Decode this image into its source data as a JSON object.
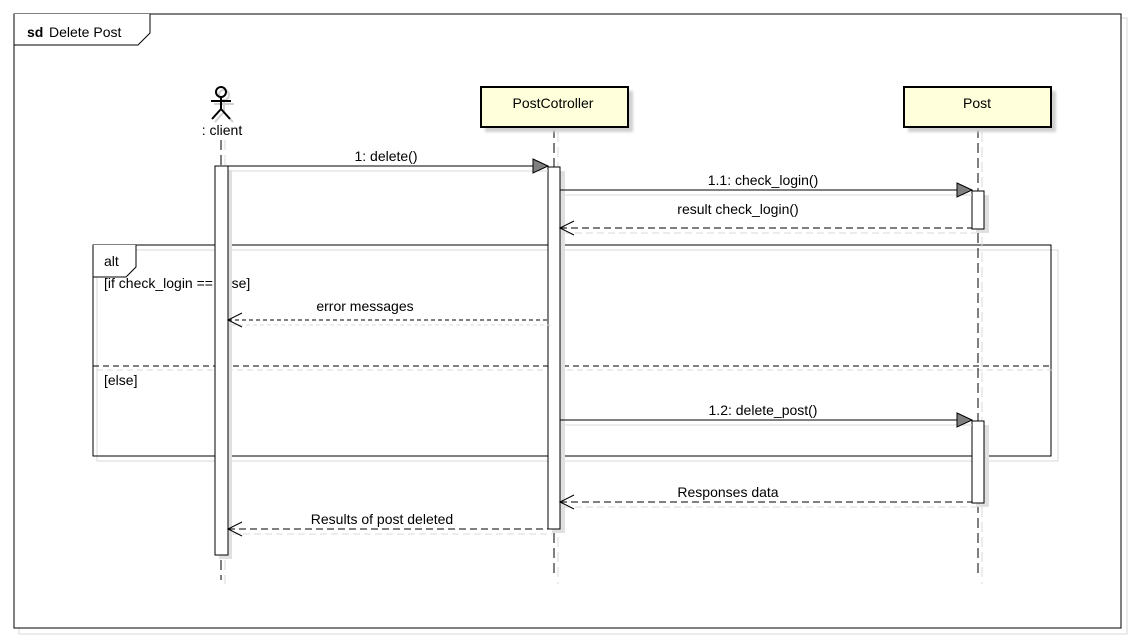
{
  "frame": {
    "keyword": "sd",
    "name": "Delete Post"
  },
  "lifelines": [
    {
      "id": "client",
      "label": ": client",
      "kind": "actor"
    },
    {
      "id": "controller",
      "label": "PostCotroller",
      "kind": "object"
    },
    {
      "id": "post",
      "label": "Post",
      "kind": "object"
    }
  ],
  "messages": [
    {
      "id": "m1",
      "label": "1: delete()",
      "from": "client",
      "to": "controller",
      "style": "call"
    },
    {
      "id": "m2",
      "label": "1.1: check_login()",
      "from": "controller",
      "to": "post",
      "style": "call"
    },
    {
      "id": "m3",
      "label": "result check_login()",
      "from": "post",
      "to": "controller",
      "style": "return"
    },
    {
      "id": "m4",
      "label": "error messages",
      "from": "controller",
      "to": "client",
      "style": "return"
    },
    {
      "id": "m5",
      "label": "1.2: delete_post()",
      "from": "controller",
      "to": "post",
      "style": "call"
    },
    {
      "id": "m6",
      "label": "Responses data",
      "from": "post",
      "to": "controller",
      "style": "return"
    },
    {
      "id": "m7",
      "label": "Results of post deleted",
      "from": "controller",
      "to": "client",
      "style": "return"
    }
  ],
  "fragment": {
    "operator": "alt",
    "guards": [
      "[if check_login == false]",
      "[else]"
    ]
  },
  "colors": {
    "object_fill": "#ffffdb",
    "line": "#000000",
    "shadow": "#d8d8d8",
    "arrowhead": "#808080"
  }
}
